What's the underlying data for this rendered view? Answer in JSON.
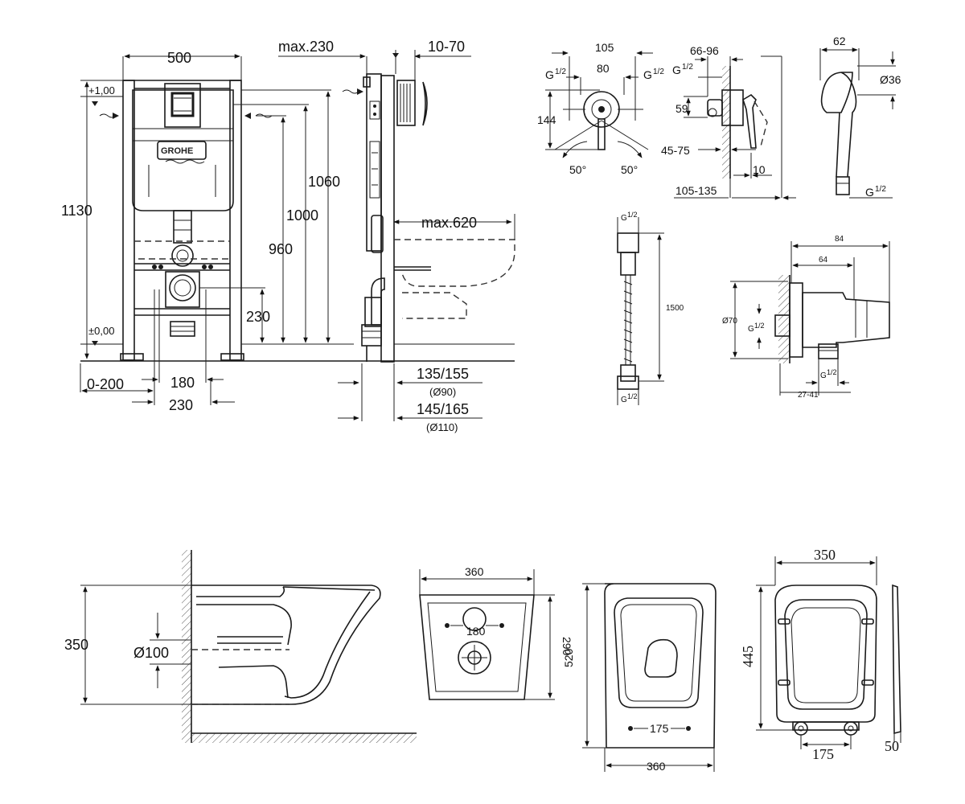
{
  "brand_logo": "GROHE",
  "frame": {
    "width": "500",
    "plus_level": "+1,00",
    "zero_level": "±0,00",
    "total_height": "1130",
    "h1060": "1060",
    "h1000": "1000",
    "h960": "960",
    "h230": "230",
    "offset": "0-200",
    "spacing_180": "180",
    "spacing_230": "230"
  },
  "frame_side": {
    "max_depth": "max.230",
    "plate": "10-70",
    "max_projection": "max.620",
    "d90_value": "135/155",
    "d90_pipe": "(Ø90)",
    "d110_value": "145/165",
    "d110_pipe": "(Ø110)"
  },
  "mixer_front": {
    "w105": "105",
    "w80": "80",
    "thread_base": "G",
    "thread_fraction": "1/2",
    "h144": "144",
    "angle_left": "50°",
    "angle_right": "50°"
  },
  "mixer_side": {
    "d66_96": "66-96",
    "h59": "59",
    "d45_75": "45-75",
    "d10": "10",
    "d105_135": "105-135"
  },
  "shower_head": {
    "w62": "62",
    "dia36": "Ø36"
  },
  "hose": {
    "length": "1500"
  },
  "holder": {
    "w84": "84",
    "w64": "64",
    "dia70": "Ø70",
    "d27_41": "27-41"
  },
  "bowl_side": {
    "h350": "350",
    "pipe": "Ø100"
  },
  "bowl_back": {
    "w360": "360",
    "h290": "290",
    "spacing_180": "180"
  },
  "bowl_top": {
    "length520": "520",
    "w175": "175",
    "w360": "360"
  },
  "seat": {
    "w350": "350",
    "l445": "445",
    "w175": "175",
    "t50": "50"
  }
}
